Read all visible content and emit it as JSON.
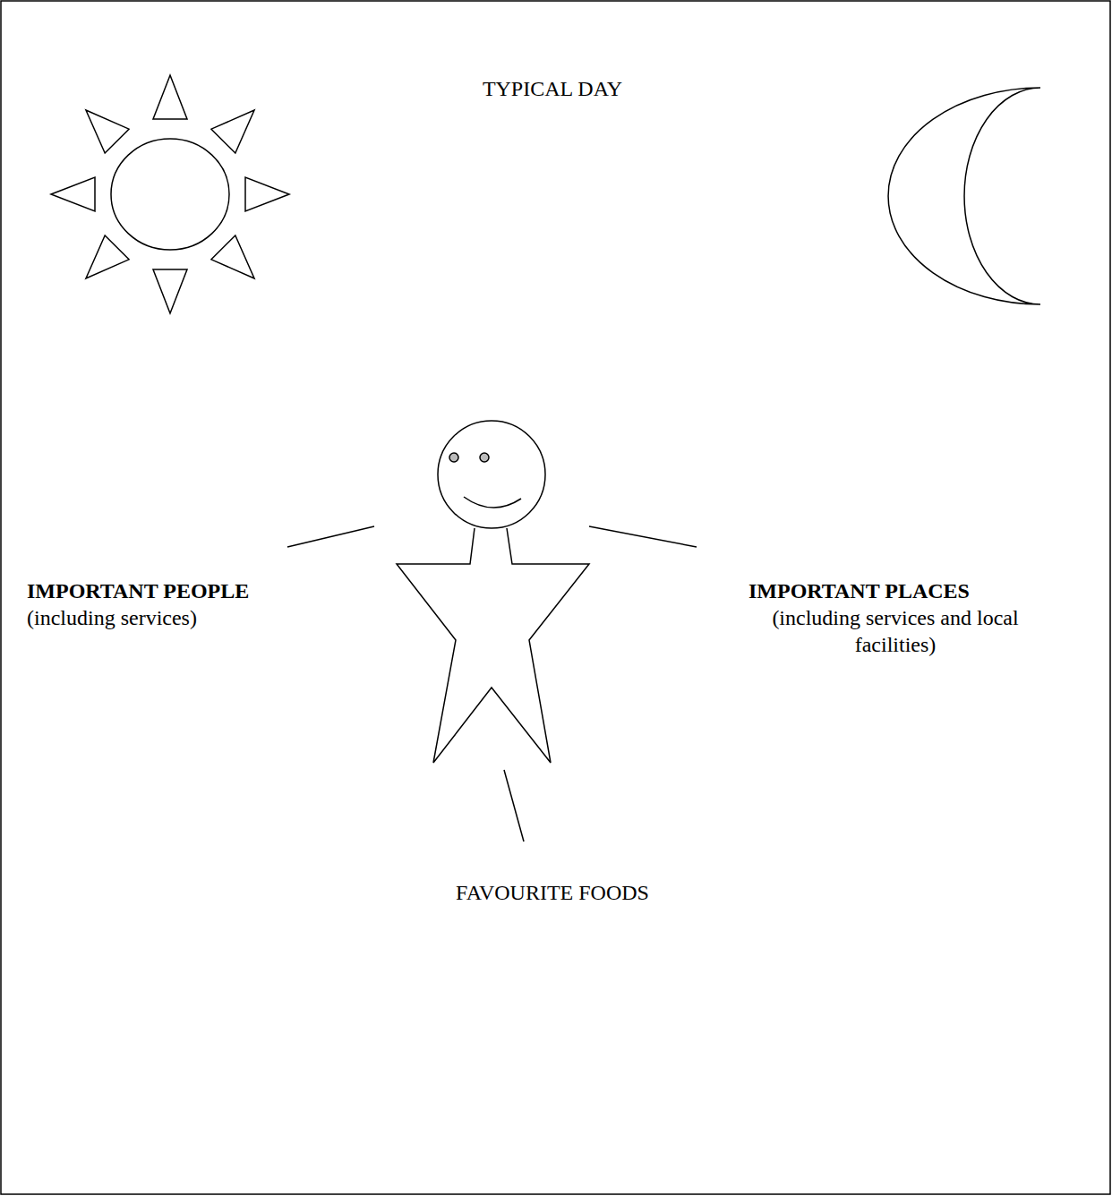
{
  "diagram": {
    "labels": [
      "TYPICAL DAY",
      "IMPORTANT PEOPLE",
      "(including services)",
      "IMPORTANT PLACES",
      "(including services and local facilities)",
      "FAVOURITE FOODS"
    ]
  }
}
